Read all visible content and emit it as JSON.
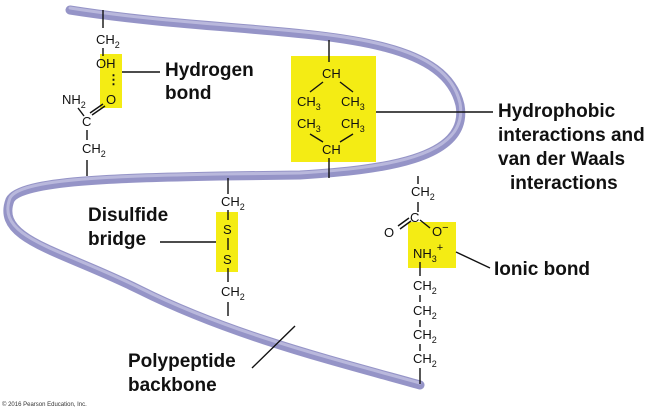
{
  "labels": {
    "hydrogen_bond_1": "Hydrogen",
    "hydrogen_bond_2": "bond",
    "hydrophobic_1": "Hydrophobic",
    "hydrophobic_2": "interactions and",
    "hydrophobic_3": "van der Waals",
    "hydrophobic_4": "interactions",
    "disulfide_1": "Disulfide",
    "disulfide_2": "bridge",
    "ionic": "Ionic bond",
    "backbone_1": "Polypeptide",
    "backbone_2": "backbone"
  },
  "chem": {
    "ch2": "CH",
    "sub2": "2",
    "oh": "OH",
    "o": "O",
    "nh": "NH",
    "c": "C",
    "ch": "CH",
    "ch3": "CH",
    "sub3": "3",
    "s": "S",
    "o_minus_o": "O",
    "minus": "−",
    "nh3": "NH",
    "plus": "+",
    "dots": "⋮"
  },
  "copyright": "© 2016 Pearson Education, Inc.",
  "colors": {
    "highlight": "#f4ec14",
    "ribbon": "#8f8ec4",
    "ribbon_light": "#c9c8e6"
  }
}
